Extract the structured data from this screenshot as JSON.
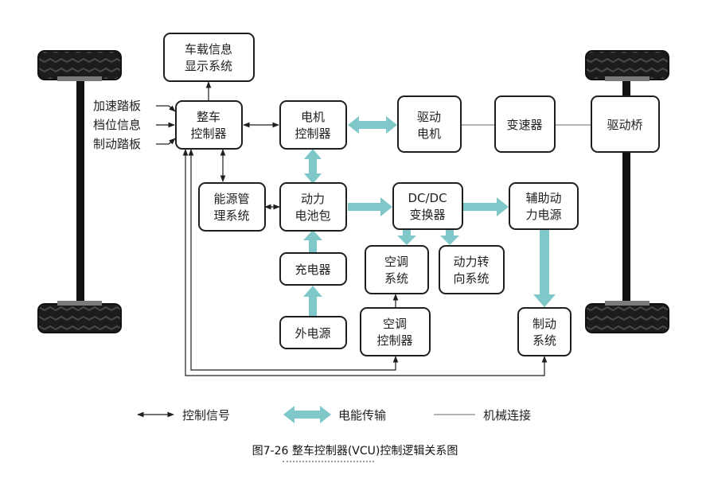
{
  "boxes": {
    "display": [
      "车载信息",
      "显示系统"
    ],
    "vcu": [
      "整车",
      "控制器"
    ],
    "motor_ctrl": [
      "电机",
      "控制器"
    ],
    "drive_motor": [
      "驱动",
      "电机"
    ],
    "transmission": [
      "变速器"
    ],
    "drive_axle": [
      "驱动桥"
    ],
    "bms": [
      "能源管",
      "理系统"
    ],
    "battery": [
      "动力",
      "电池包"
    ],
    "dcdc": [
      "DC/DC",
      "变换器"
    ],
    "aux_power": [
      "辅助动",
      "力电源"
    ],
    "charger": [
      "充电器"
    ],
    "ac_system": [
      "空调",
      "系统"
    ],
    "steering": [
      "动力转",
      "向系统"
    ],
    "ext_power": [
      "外电源"
    ],
    "ac_ctrl": [
      "空调",
      "控制器"
    ],
    "brake": [
      "制动",
      "系统"
    ]
  },
  "inputs": [
    "加速踏板",
    "档位信息",
    "制动踏板"
  ],
  "legend": {
    "control": "控制信号",
    "power": "电能传输",
    "mechanical": "机械连接"
  },
  "caption": "图7-26 整车控制器(VCU)控制逻辑关系图",
  "colors": {
    "power_arrow": "#7fc7c8",
    "box_border": "#1f1f1f",
    "tire": "#1c1c1c",
    "axle": "#111111",
    "mech_line": "#999999"
  }
}
